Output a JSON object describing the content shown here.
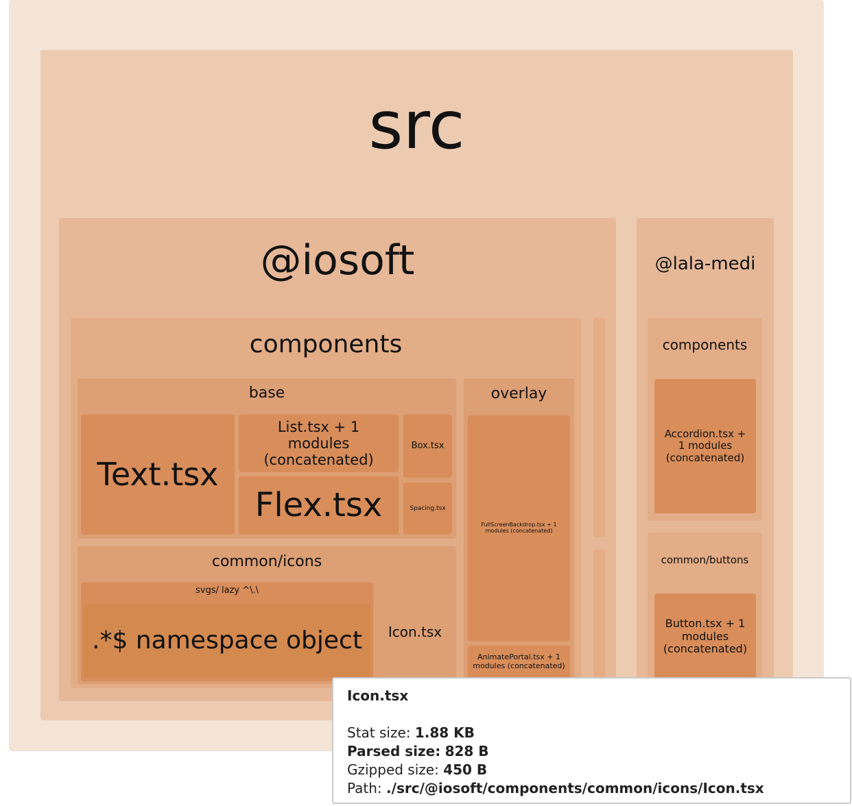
{
  "treemap": {
    "root": {
      "label": "src"
    },
    "iosoft": {
      "label": "@iosoft",
      "components": {
        "label": "components",
        "base": {
          "label": "base",
          "text": "Text.tsx",
          "list": "List.tsx + 1 modules (concatenated)",
          "box": "Box.tsx",
          "flex": "Flex.tsx",
          "spacing": "Spacing.tsx"
        },
        "common_icons": {
          "label": "common/icons",
          "svgs": "svgs/ lazy ^\\.\\",
          "namespace": ".*$ namespace object",
          "icon": "Icon.tsx"
        },
        "overlay": {
          "label": "overlay",
          "fullscreen": "FullScreenBackdrop.tsx + 1 modules (concatenated)",
          "portal": "AnimatePortal.tsx + 1 modules (concatenated)"
        }
      }
    },
    "lala": {
      "label": "@lala-medi",
      "components": {
        "label": "components",
        "accordion": "Accordion.tsx + 1 modules (concatenated)"
      },
      "common_buttons": {
        "label": "common/buttons",
        "button": "Button.tsx + 1 modules (concatenated)"
      }
    }
  },
  "tooltip": {
    "title": "Icon.tsx",
    "stat_label": "Stat size:",
    "stat_value": "1.88 KB",
    "parsed_label": "Parsed size:",
    "parsed_value": "828 B",
    "gzip_label": "Gzipped size:",
    "gzip_value": "450 B",
    "path_label": "Path:",
    "path_value": "./src/@iosoft/components/common/icons/Icon.tsx"
  }
}
